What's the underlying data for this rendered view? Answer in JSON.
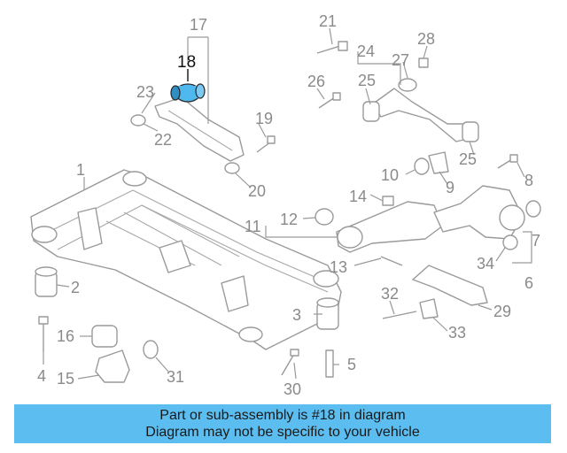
{
  "highlight": {
    "part_number": "18",
    "accent_color": "#4fb8ee"
  },
  "callouts": [
    "1",
    "2",
    "3",
    "4",
    "5",
    "6",
    "7",
    "8",
    "9",
    "10",
    "11",
    "12",
    "13",
    "14",
    "15",
    "16",
    "17",
    "18",
    "19",
    "20",
    "21",
    "22",
    "23",
    "24",
    "25",
    "25",
    "26",
    "27",
    "28",
    "29",
    "30",
    "31",
    "32",
    "33",
    "34"
  ],
  "banner": {
    "line1": "Part or sub-assembly is #18 in diagram",
    "line2": "Diagram may not be specific to your vehicle",
    "background": "#5bbdf0"
  }
}
